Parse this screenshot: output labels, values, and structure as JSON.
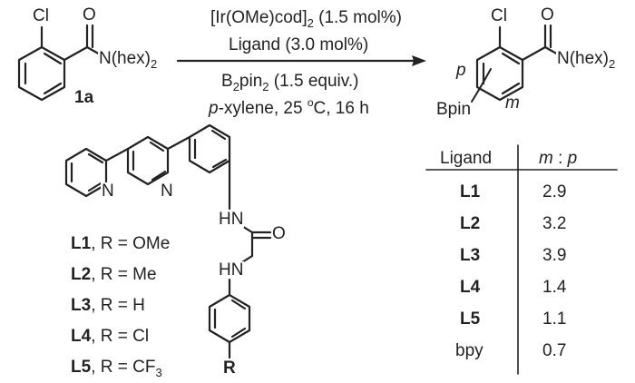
{
  "substrate": {
    "label": "1a",
    "cl": "Cl",
    "o": "O",
    "amide": "N(hex)",
    "amide_sub": "2"
  },
  "conditions": {
    "catalyst": "[Ir(OMe)cod]",
    "catalyst_sub": "2",
    "catalyst_load": " (1.5 mol%)",
    "ligand": "Ligand (3.0 mol%)",
    "boron_b": "B",
    "boron_sub": "2",
    "boron_rest": "pin",
    "boron_sub2": "2",
    "boron_equiv": " (1.5 equiv.)",
    "solvent_p": "p",
    "solvent_rest": "-xylene, 25 ",
    "deg": "o",
    "solvent_end": "C, 16 h"
  },
  "product": {
    "cl": "Cl",
    "o": "O",
    "amide": "N(hex)",
    "amide_sub": "2",
    "bpin": "Bpin",
    "para": "p",
    "meta": "m"
  },
  "ligand_structure": {
    "n1": "N",
    "n2": "N",
    "hn1": "HN",
    "hn2": "HN",
    "o": "O",
    "r": "R"
  },
  "ligand_list": [
    {
      "id": "L1",
      "r_text": ", R = OMe",
      "r_sub": ""
    },
    {
      "id": "L2",
      "r_text": ", R = Me",
      "r_sub": ""
    },
    {
      "id": "L3",
      "r_text": ", R = H",
      "r_sub": ""
    },
    {
      "id": "L4",
      "r_text": ", R = Cl",
      "r_sub": ""
    },
    {
      "id": "L5",
      "r_text": ", R = CF",
      "r_sub": "3"
    }
  ],
  "table": {
    "col1": "Ligand",
    "col2_m": "m",
    "col2_sep": " : ",
    "col2_p": "p",
    "rows": [
      {
        "ligand": "L1",
        "ratio": "2.9"
      },
      {
        "ligand": "L2",
        "ratio": "3.2"
      },
      {
        "ligand": "L3",
        "ratio": "3.9"
      },
      {
        "ligand": "L4",
        "ratio": "1.4"
      },
      {
        "ligand": "L5",
        "ratio": "1.1"
      },
      {
        "ligand": "bpy",
        "ratio": "0.7"
      }
    ]
  }
}
